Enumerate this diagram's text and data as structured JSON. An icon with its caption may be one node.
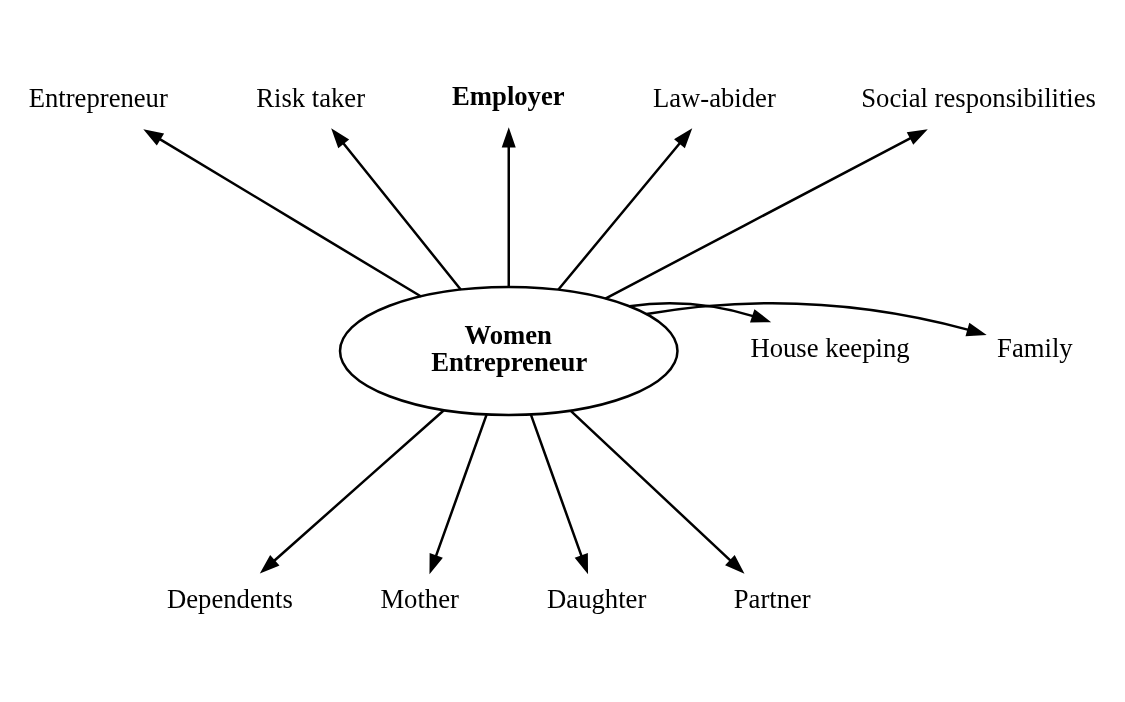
{
  "diagram": {
    "nodes": [
      {
        "text": [
          "Employer"
        ]
      },
      {
        "text": [
          "Entrepreneur"
        ]
      },
      {
        "text": [
          "Risk taker"
        ]
      },
      {
        "text": [
          "Law-abider"
        ]
      },
      {
        "text": [
          "Social responsibilities"
        ]
      },
      {
        "text": [
          "Family"
        ]
      },
      {
        "text": [
          "Women Entrepreneur"
        ]
      },
      {
        "text": [
          "House keeping"
        ]
      },
      {
        "text": [
          "Dependents"
        ]
      },
      {
        "text": [
          "Mother"
        ]
      },
      {
        "text": [
          "Daughter"
        ]
      },
      {
        "text": [
          "Partner"
        ]
      }
    ],
    "edges": [
      {
        "from": 6,
        "to": 0,
        "arrow": "to"
      },
      {
        "from": 6,
        "to": 1,
        "arrow": "to"
      },
      {
        "from": 6,
        "to": 2,
        "arrow": "to"
      },
      {
        "from": 6,
        "to": 3,
        "arrow": "to"
      },
      {
        "from": 6,
        "to": 4,
        "arrow": "to"
      },
      {
        "from": 6,
        "to": 5,
        "arrow": "to"
      },
      {
        "from": 6,
        "to": 7,
        "arrow": "to"
      },
      {
        "from": 6,
        "to": 8,
        "arrow": "to"
      },
      {
        "from": 6,
        "to": 9,
        "arrow": "to"
      },
      {
        "from": 6,
        "to": 10,
        "arrow": "to"
      },
      {
        "from": 6,
        "to": 11,
        "arrow": "to"
      }
    ]
  }
}
